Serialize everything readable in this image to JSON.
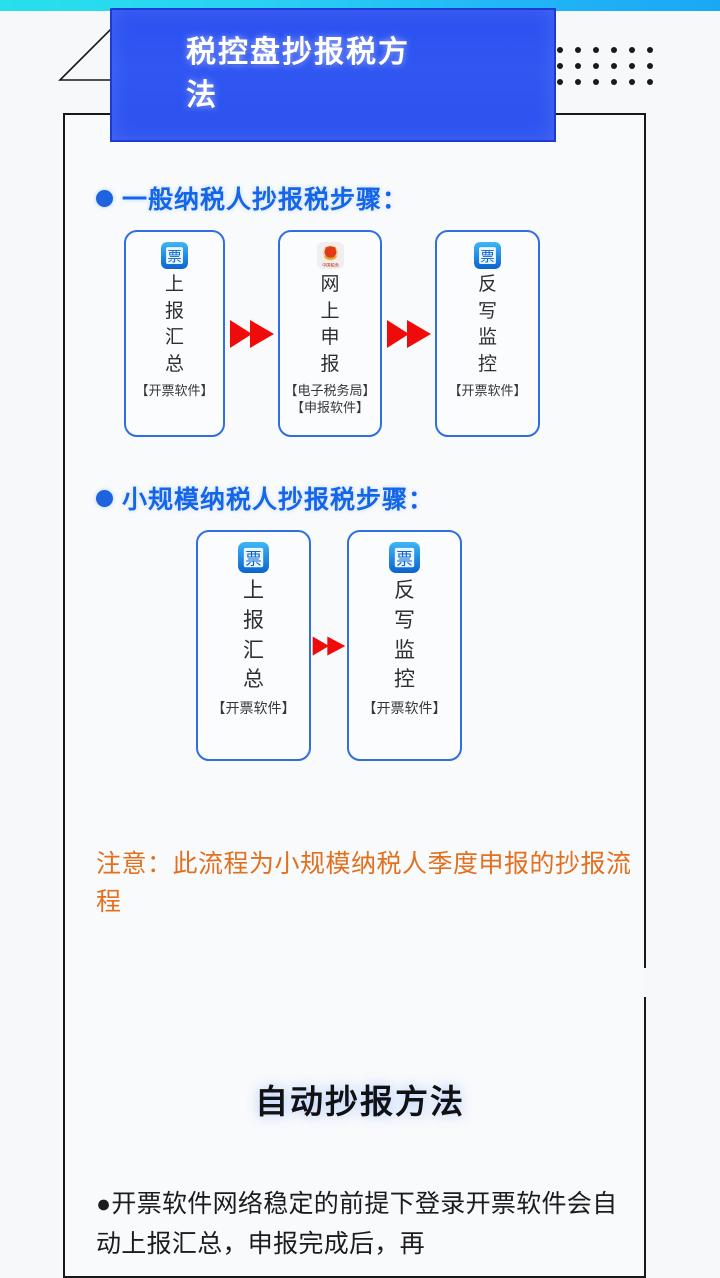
{
  "header": {
    "title": "税控盘抄报税方法",
    "title_line1": "税控盘抄报税方",
    "title_line2": "法",
    "banner_color": "#2d53f0",
    "top_strip_colors": [
      "#27e0ec",
      "#1aa8f5"
    ]
  },
  "decor": {
    "dot_grid_cols": 6,
    "dot_grid_rows": 3,
    "dot_color": "#1a1a1c",
    "frame_color": "#18181a"
  },
  "sections": [
    {
      "heading": "一般纳税人抄报税步骤：",
      "heading_color": "#1565e8",
      "steps": [
        {
          "icon": "invoice-software-icon",
          "chars": [
            "上",
            "报",
            "汇",
            "总"
          ],
          "captions": [
            "【开票软件】"
          ]
        },
        {
          "icon": "tax-bureau-emblem-icon",
          "chars": [
            "网",
            "上",
            "申",
            "报"
          ],
          "captions": [
            "【电子税务局】",
            "【申报软件】"
          ]
        },
        {
          "icon": "invoice-software-icon",
          "chars": [
            "反",
            "写",
            "监",
            "控"
          ],
          "captions": [
            "【开票软件】"
          ]
        }
      ]
    },
    {
      "heading": "小规模纳税人抄报税步骤：",
      "heading_color": "#1565e8",
      "steps": [
        {
          "icon": "invoice-software-icon",
          "chars": [
            "上",
            "报",
            "汇",
            "总"
          ],
          "captions": [
            "【开票软件】"
          ]
        },
        {
          "icon": "invoice-software-icon",
          "chars": [
            "反",
            "写",
            "监",
            "控"
          ],
          "captions": [
            "【开票软件】"
          ]
        }
      ]
    }
  ],
  "note": {
    "text": "注意：此流程为小规模纳税人季度申报的抄报流程",
    "color": "#e2701f"
  },
  "bottom": {
    "title": "自动抄报方法",
    "body": "●开票软件网络稳定的前提下登录开票软件会自动上报汇总，申报完成后，再"
  },
  "icons": {
    "arrow": "double-right-arrow-icon",
    "arrow_color": "#f00b0b",
    "bullet": "blue-bullet-dot"
  }
}
